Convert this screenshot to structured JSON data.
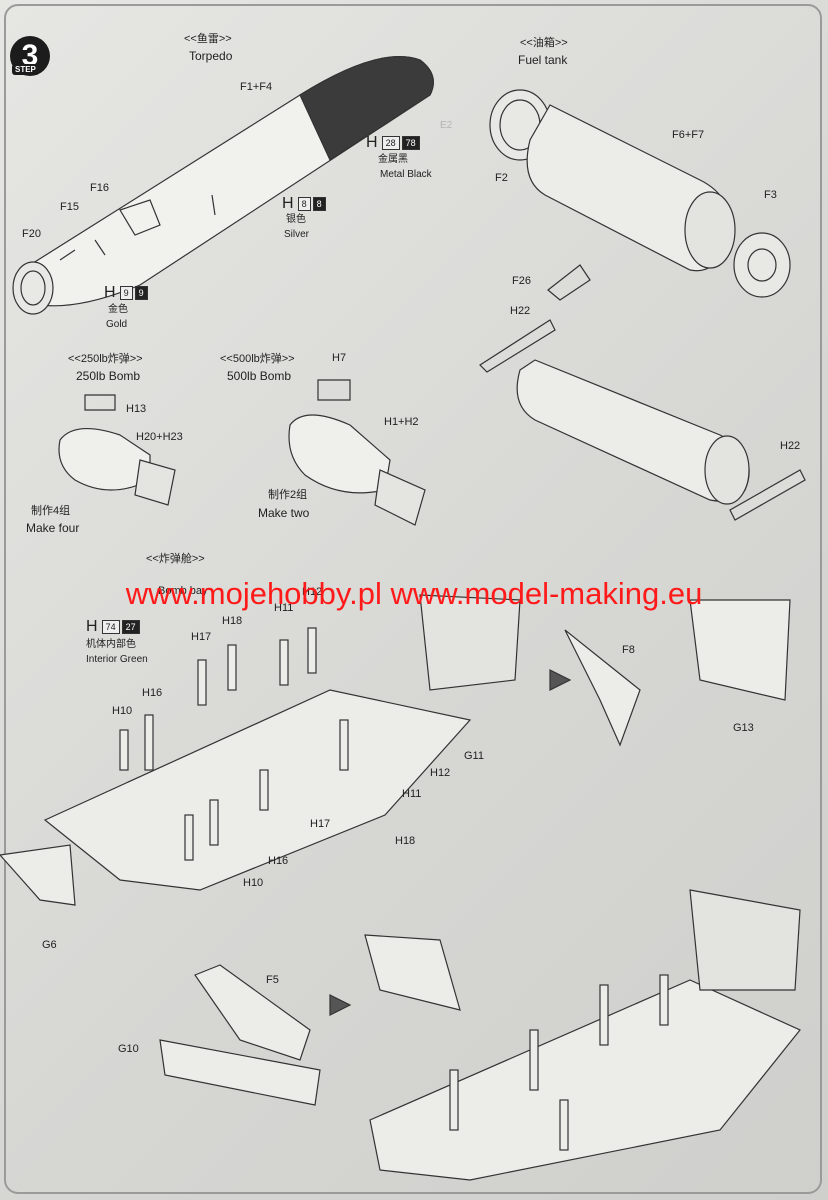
{
  "step": {
    "number": "3",
    "label": "STEP"
  },
  "torpedo": {
    "title_cn": "<<鱼雷>>",
    "title_en": "Torpedo",
    "parts": {
      "f1f4": "F1+F4",
      "f16": "F16",
      "f15": "F15",
      "f20": "F20"
    },
    "paint_metal": {
      "h": "H",
      "code1": "28",
      "code2": "78",
      "name_cn": "金属黑",
      "name_en": "Metal Black"
    },
    "paint_silver": {
      "h": "H",
      "code1": "8",
      "code2": "8",
      "name_cn": "银色",
      "name_en": "Silver"
    },
    "paint_gold": {
      "h": "H",
      "code1": "9",
      "code2": "9",
      "name_cn": "金色",
      "name_en": "Gold"
    }
  },
  "fuel_tank": {
    "title_cn": "<<油箱>>",
    "title_en": "Fuel tank",
    "parts": {
      "f6f7": "F6+F7",
      "f2": "F2",
      "f3": "F3",
      "f26": "F26",
      "h22a": "H22",
      "h22b": "H22"
    }
  },
  "bomb250": {
    "title_cn": "<<250lb炸弹>>",
    "title_en": "250lb Bomb",
    "parts": {
      "h13": "H13",
      "h20h23": "H20+H23"
    },
    "note_cn": "制作4组",
    "note_en": "Make four"
  },
  "bomb500": {
    "title_cn": "<<500lb炸弹>>",
    "title_en": "500lb Bomb",
    "parts": {
      "h7": "H7",
      "h1h2": "H1+H2"
    },
    "note_cn": "制作2组",
    "note_en": "Make two"
  },
  "bay": {
    "title_cn": "<<炸弹舱>>",
    "title_en": "Bomb bay",
    "paint_interior": {
      "h": "H",
      "code1": "74",
      "code2": "27",
      "name_cn": "机体内部色",
      "name_en": "Interior Green"
    },
    "parts": {
      "h11a": "H11",
      "h12a": "H12",
      "h17a": "H17",
      "h18a": "H18",
      "h16a": "H16",
      "h10a": "H10",
      "g11": "G11",
      "h12b": "H12",
      "h11b": "H11",
      "h17b": "H17",
      "h18b": "H18",
      "h16b": "H16",
      "h10b": "H10",
      "g6": "G6",
      "f8": "F8",
      "g13": "G13",
      "f5": "F5",
      "g10": "G10"
    }
  },
  "watermark": "www.mojehobby.pl www.model-making.eu"
}
